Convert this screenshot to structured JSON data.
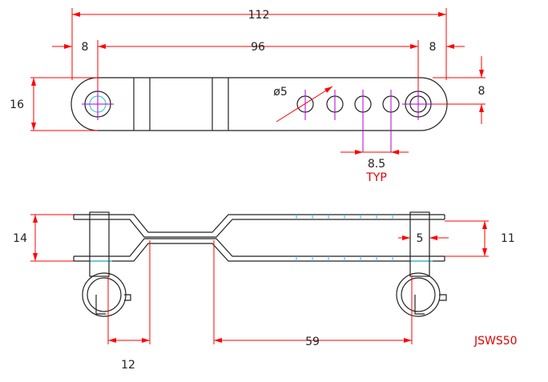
{
  "drawing": {
    "part_code": "JSWS50",
    "top_view": {
      "overall_length": "112",
      "hole_pitch": "96",
      "end_offset_left": "8",
      "end_offset_right": "8",
      "width": "16",
      "end_radius": "8",
      "small_hole_dia": "ø5",
      "spacing_value": "8.5",
      "spacing_note": "TYP"
    },
    "side_view": {
      "height": "14",
      "pin_dia": "5",
      "inner_height": "11",
      "left_offset": "12",
      "center_length": "59"
    }
  }
}
